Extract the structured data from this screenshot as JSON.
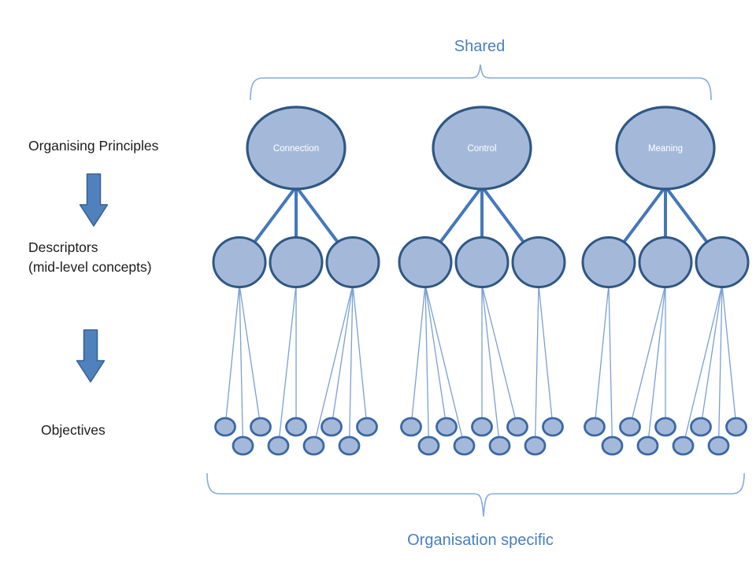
{
  "diagram": {
    "top_group_label": "Shared",
    "bottom_group_label": "Organisation specific",
    "row_labels": {
      "principles": "Organising Principles",
      "descriptors_line1": "Descriptors",
      "descriptors_line2": "(mid-level concepts)",
      "objectives": "Objectives"
    },
    "principles": [
      {
        "label": "Connection",
        "descriptor_count": 3,
        "objective_count": 9,
        "objective_distribution": [
          3,
          2,
          4
        ]
      },
      {
        "label": "Control",
        "descriptor_count": 3,
        "objective_count": 9,
        "objective_distribution": [
          4,
          3,
          2
        ]
      },
      {
        "label": "Meaning",
        "descriptor_count": 3,
        "objective_count": 9,
        "objective_distribution": [
          2,
          3,
          4
        ]
      }
    ],
    "colors": {
      "background": "#ffffff",
      "node_fill": "#a4b9da",
      "node_border": "#2f5784",
      "small_node_border": "#3b67a5",
      "thick_connector": "#4478ba",
      "thin_connector": "#7aa0d4",
      "brace": "#86abdb",
      "blue_text": "#4a7ec0",
      "dark_text": "#1c1c1c",
      "arrow_fill": "#4f81bd",
      "arrow_border": "#365f91",
      "principle_text": "#ffffff"
    }
  }
}
